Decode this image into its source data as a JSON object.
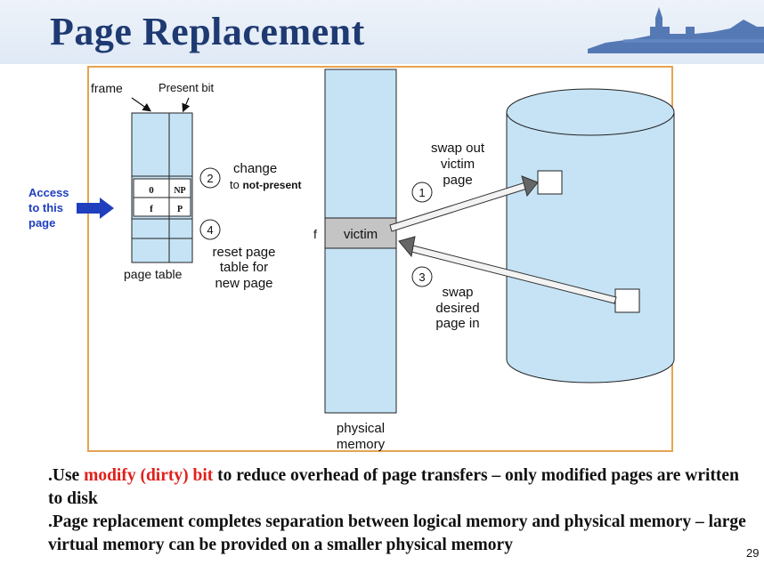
{
  "slide": {
    "title": "Page Replacement",
    "page_number": "29"
  },
  "access_label": {
    "line1": "Access",
    "line2": "to this",
    "line3": "page"
  },
  "page_table": {
    "frame_label": "frame",
    "present_bit_label": "Present bit",
    "caption": "page table",
    "row_old": {
      "frame": "0",
      "bit": "NP"
    },
    "row_new": {
      "frame": "f",
      "bit": "P"
    }
  },
  "steps": {
    "step1": {
      "number": "1",
      "line1": "swap out",
      "line2": "victim",
      "line3": "page"
    },
    "step2": {
      "number": "2",
      "line1": "change",
      "line2_prefix": "to ",
      "line2_bold": "not-present"
    },
    "step3": {
      "number": "3",
      "line1": "swap",
      "line2": "desired",
      "line3": "page in"
    },
    "step4": {
      "number": "4",
      "line1": "reset page",
      "line2": "table for",
      "line3": "new page"
    }
  },
  "physical_memory": {
    "frame_marker": "f",
    "victim_label": "victim",
    "caption_line1": "physical",
    "caption_line2": "memory"
  },
  "colors": {
    "title": "#1f3a72",
    "memory_fill": "#c5e3f5",
    "disk_fill": "#c5e3f5",
    "frame_border": "#e6a352",
    "access_text": "#1f3fbf",
    "highlight": "#e0201c"
  },
  "bullets": {
    "b1_prefix": ".Use ",
    "b1_highlight": "modify (dirty) bit",
    "b1_rest": " to reduce overhead of page transfers – only modified pages are written to disk",
    "b2": ".Page replacement completes separation between logical memory and physical memory – large virtual memory can be provided on a smaller physical memory"
  }
}
